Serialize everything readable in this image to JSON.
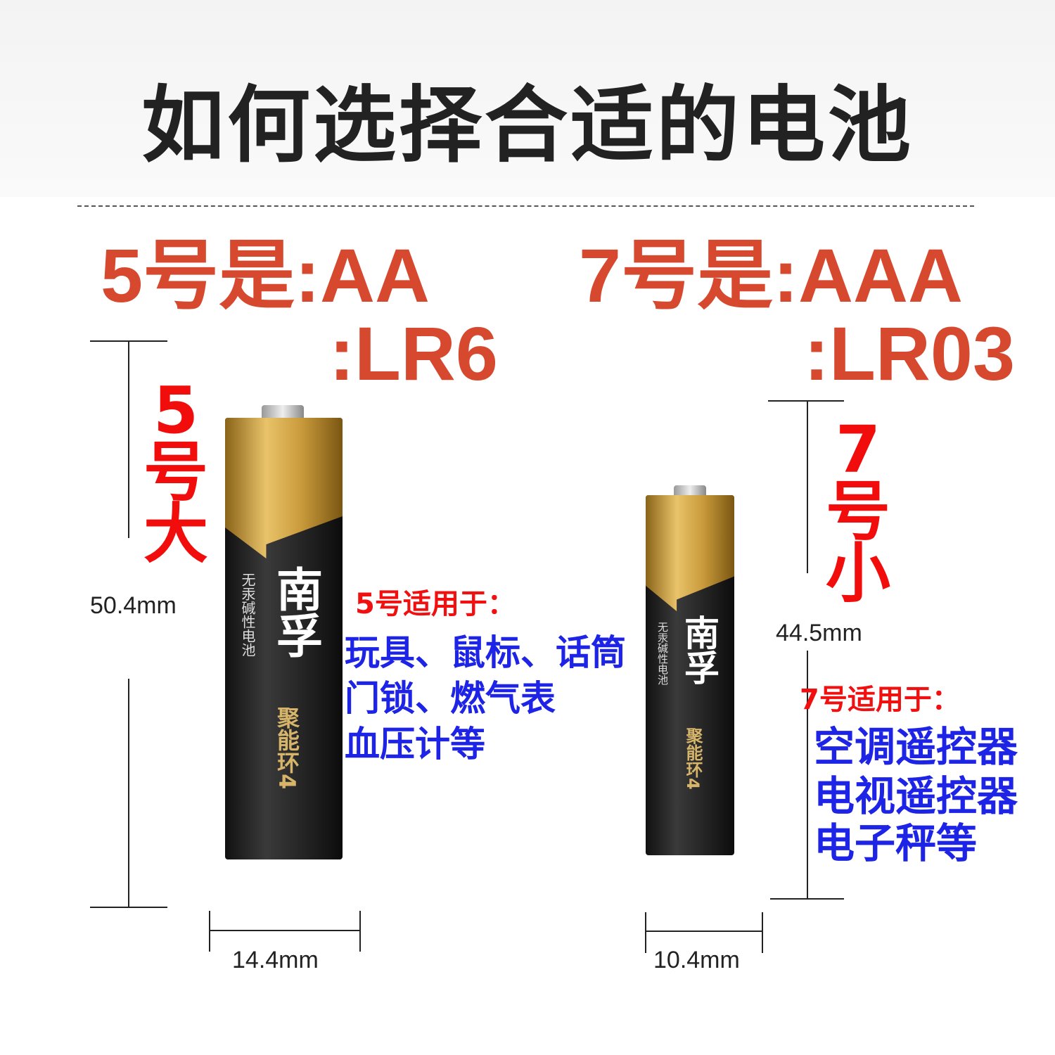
{
  "title": "如何选择合适的电池",
  "aa": {
    "heading": "5号是:AA",
    "code": ":LR6",
    "size_label": "5号大",
    "height": "50.4mm",
    "width": "14.4mm",
    "usage_title": "5号适用于：",
    "usage_lines": [
      "玩具、鼠标、话筒",
      "门锁、燃气表",
      "血压计等"
    ]
  },
  "aaa": {
    "heading": "7号是:AAA",
    "code": ":LR03",
    "size_label": "7号小",
    "height": "44.5mm",
    "width": "10.4mm",
    "usage_title": "7号适用于：",
    "usage_lines": [
      "空调遥控器",
      "电视遥控器",
      "电子秤等"
    ]
  },
  "battery_label": {
    "brand": "南孚",
    "type": "无汞碱性电池",
    "ring": "聚能环4"
  },
  "colors": {
    "red_heading": "#d6492f",
    "red_label": "#f20d0d",
    "blue_text": "#1d24e6"
  }
}
